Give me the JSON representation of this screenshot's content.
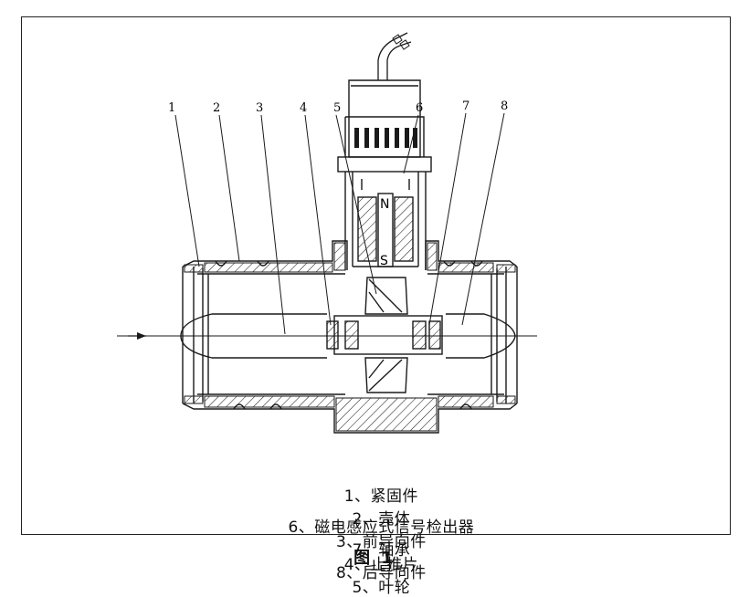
{
  "callouts": [
    "1",
    "2",
    "3",
    "4",
    "5",
    "6",
    "7",
    "8"
  ],
  "poles": {
    "north": "N",
    "south": "S"
  },
  "legend": {
    "line1": [
      "1、紧固件",
      "2、壳体",
      "3、前导向件",
      "4、止推片",
      "5、叶轮"
    ],
    "line2": [
      "6、磁电感应式信号检出器",
      "7、轴承",
      "8、后导向件"
    ]
  },
  "caption": "图 1"
}
